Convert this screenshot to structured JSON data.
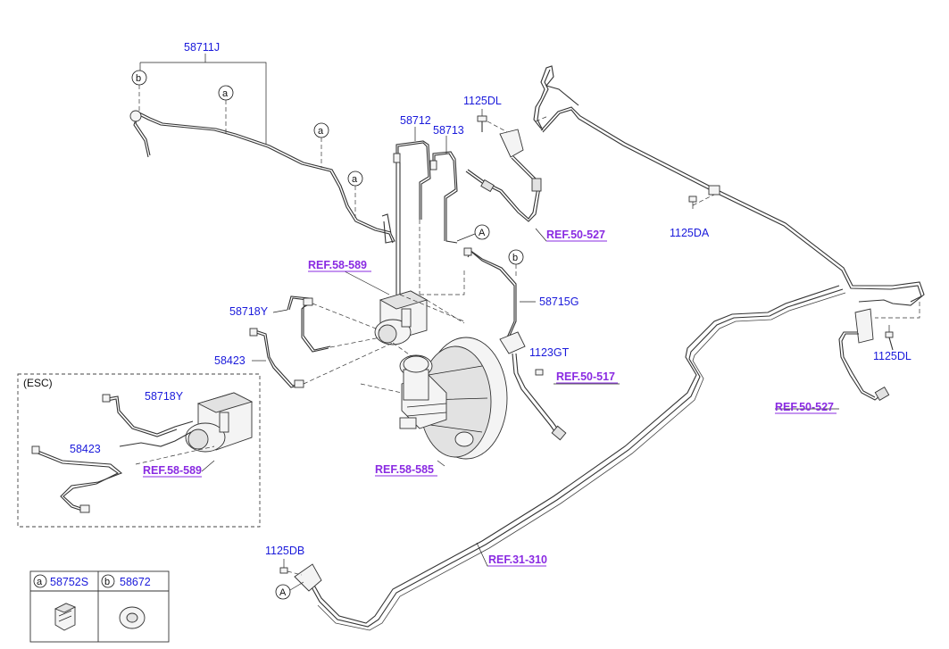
{
  "labels": {
    "p58711J": "58711J",
    "p58712": "58712",
    "p58713": "58713",
    "p1125DL_top": "1125DL",
    "p1125DA": "1125DA",
    "p1125DL_right": "1125DL",
    "p58718Y": "58718Y",
    "p58423": "58423",
    "p58715G": "58715G",
    "p1123GT": "1123GT",
    "p1125DB": "1125DB",
    "esc_title": "(ESC)",
    "esc_58718Y": "58718Y",
    "esc_58423": "58423"
  },
  "refs": {
    "r50_527_top": "REF.50-527",
    "r58_589_top": "REF.58-589",
    "r50_517": "REF.50-517",
    "r50_527_right": "REF.50-527",
    "r58_589_esc": "REF.58-589",
    "r58_585": "REF.58-585",
    "r31_310": "REF.31-310"
  },
  "callouts": {
    "a": "a",
    "b": "b",
    "A": "A"
  },
  "legend": {
    "a_letter": "a",
    "a_part": "58752S",
    "b_letter": "b",
    "b_part": "58672"
  }
}
